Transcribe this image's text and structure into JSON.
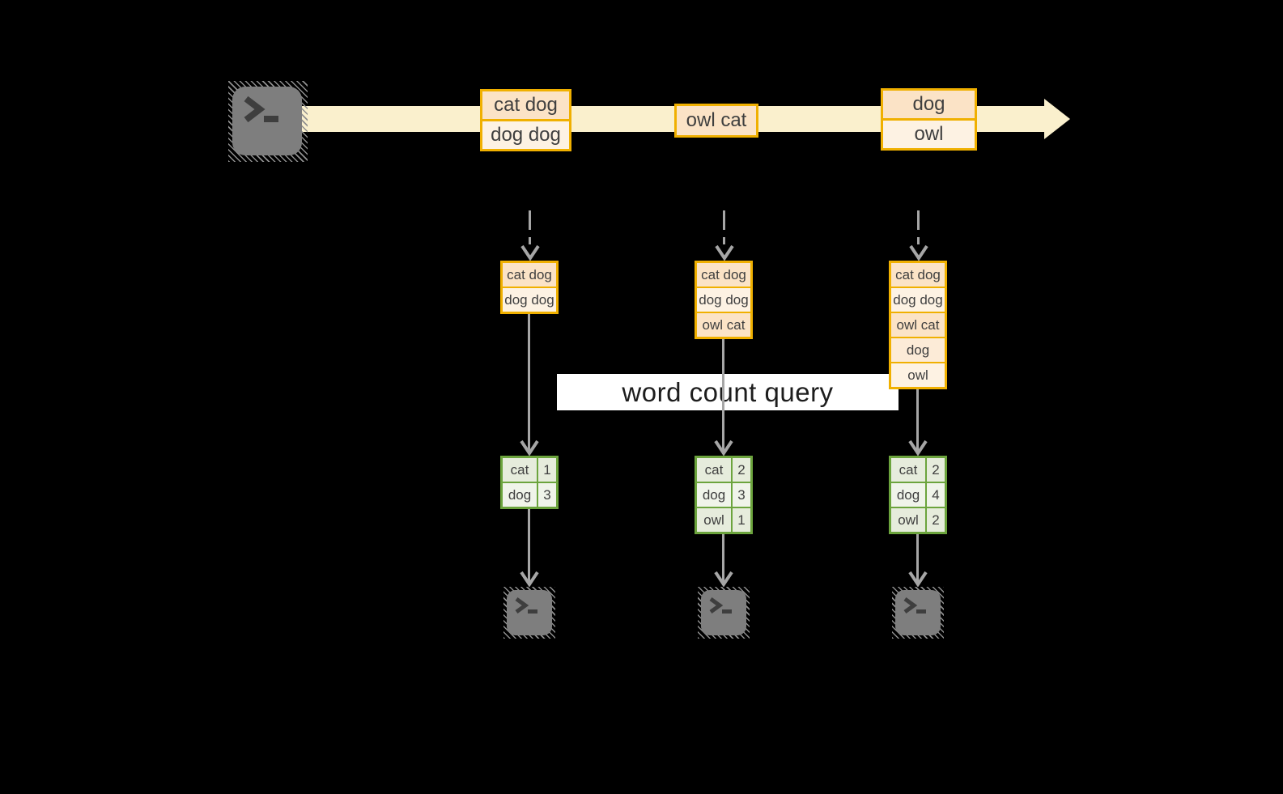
{
  "stream": {
    "source_icon": "terminal-icon",
    "messages": [
      {
        "rows": [
          "cat dog",
          "dog dog"
        ]
      },
      {
        "rows": [
          "owl cat"
        ]
      },
      {
        "rows": [
          "dog",
          "owl"
        ]
      }
    ]
  },
  "query_label": "word count query",
  "columns": [
    {
      "buffer": [
        "cat dog",
        "dog dog"
      ],
      "counts": [
        {
          "word": "cat",
          "count": "1"
        },
        {
          "word": "dog",
          "count": "3"
        }
      ],
      "output_icon": "terminal-icon"
    },
    {
      "buffer": [
        "cat dog",
        "dog dog",
        "owl cat"
      ],
      "counts": [
        {
          "word": "cat",
          "count": "2"
        },
        {
          "word": "dog",
          "count": "3"
        },
        {
          "word": "owl",
          "count": "1"
        }
      ],
      "output_icon": "terminal-icon"
    },
    {
      "buffer": [
        "cat dog",
        "dog dog",
        "owl cat",
        "dog",
        "owl"
      ],
      "counts": [
        {
          "word": "cat",
          "count": "2"
        },
        {
          "word": "dog",
          "count": "4"
        },
        {
          "word": "owl",
          "count": "2"
        }
      ],
      "output_icon": "terminal-icon"
    }
  ],
  "colors": {
    "background": "#000000",
    "stream_band": "#FAF0CD",
    "box_border": "#F0B000",
    "box_fill_peach": "#FBE3C6",
    "box_fill_cream": "#FDF2E3",
    "table_border": "#6CA43D",
    "table_fill": "#E9EFE0",
    "connector_gray": "#A6A6A6",
    "terminal_gray": "#7E7E7E",
    "label_bg": "#FFFFFF",
    "text": "#3F3F3F"
  }
}
